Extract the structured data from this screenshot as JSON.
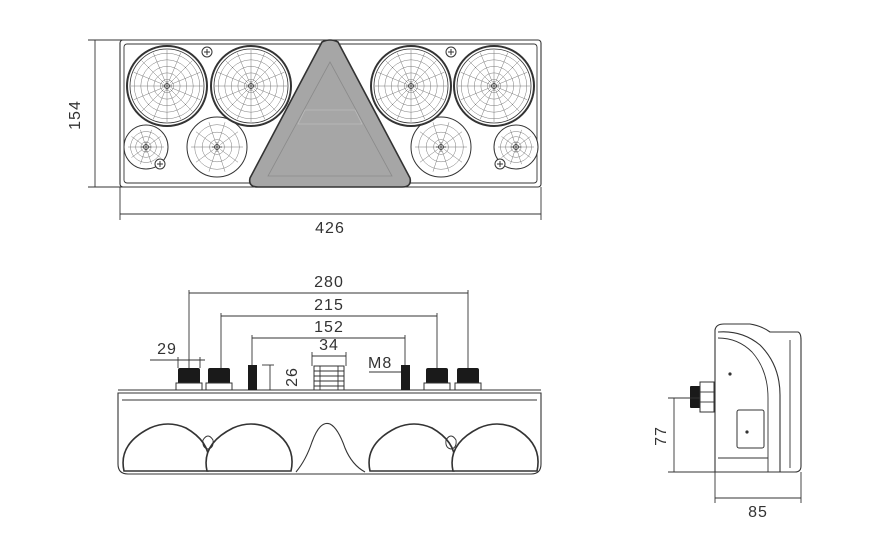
{
  "views": {
    "front": {
      "height_label": "154",
      "width_label": "426"
    },
    "bottom": {
      "dim_280": "280",
      "dim_215": "215",
      "dim_152": "152",
      "dim_34": "34",
      "dim_29": "29",
      "dim_26": "26",
      "thread_label": "M8"
    },
    "side": {
      "height_label": "77",
      "depth_label": "85"
    }
  },
  "colors": {
    "line": "#333333",
    "triangle_fill": "#a6a6a6",
    "connector_fill": "#1a1a1a",
    "lens_web": "#777777"
  }
}
